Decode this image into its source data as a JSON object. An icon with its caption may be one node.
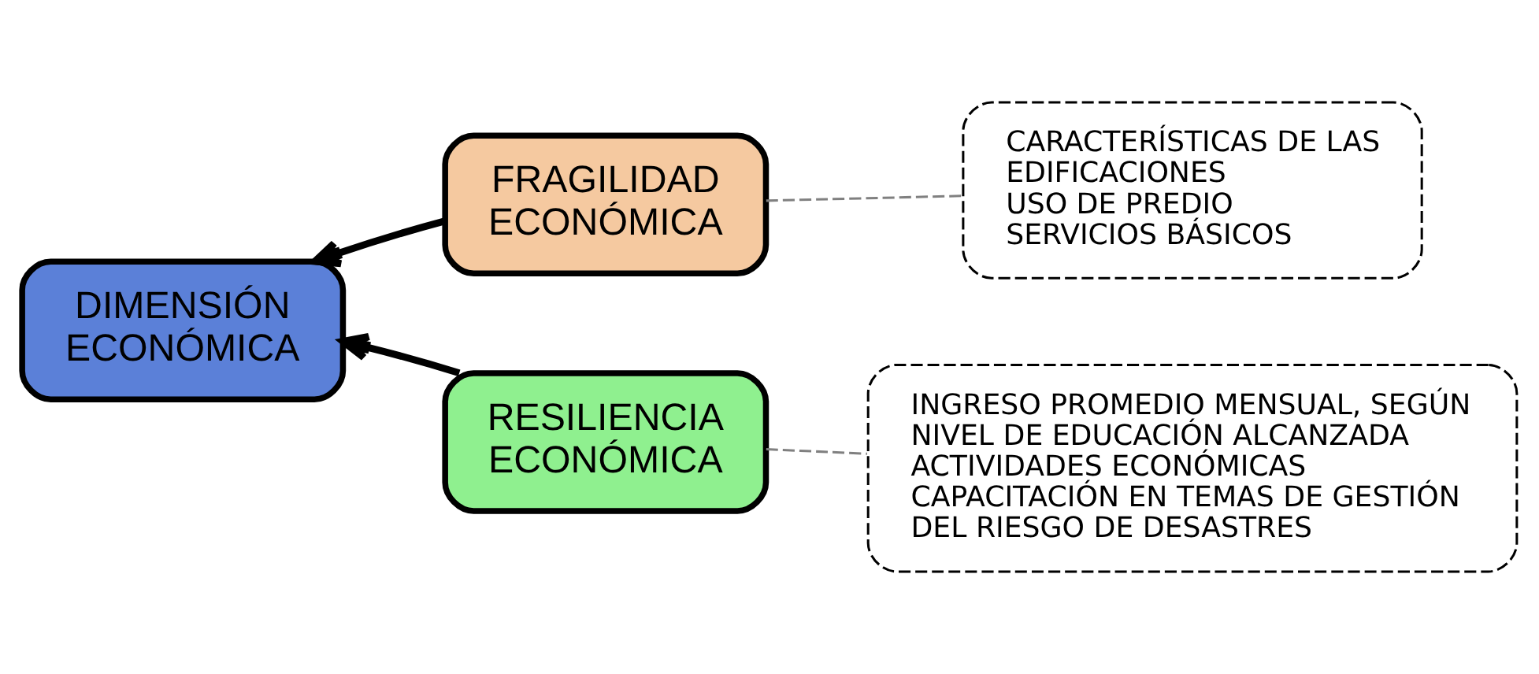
{
  "diagram": {
    "nodes": [
      {
        "text": [
          "DIMENSIÓN ECONÓMICA"
        ]
      },
      {
        "text": [
          "FRAGILIDAD ECONÓMICA"
        ]
      },
      {
        "text": [
          "RESILIENCIA ECONÓMICA"
        ]
      },
      {
        "text": [
          "CARACTERÍSTICAS DE LAS EDIFICACIONES",
          "USO DE PREDIO",
          "SERVICIOS BÁSICOS"
        ]
      },
      {
        "text": [
          "INGRESO PROMEDIO MENSUAL, SEGÚN NIVEL DE EDUCACIÓN ALCANZADA",
          "ACTIVIDADES ECONÓMICAS",
          "CAPACITACIÓN EN TEMAS DE GESTIÓN DEL RIESGO DE DESASTRES"
        ]
      }
    ],
    "edges": [
      {
        "from": 1,
        "to": 0,
        "arrow": "to",
        "style": "thick"
      },
      {
        "from": 2,
        "to": 0,
        "arrow": "to",
        "style": "thick"
      },
      {
        "from": 1,
        "to": 3,
        "arrow": "none",
        "style": "dashed",
        "color": "#808080"
      },
      {
        "from": 2,
        "to": 4,
        "arrow": "none",
        "style": "dashed",
        "color": "#808080"
      }
    ]
  }
}
